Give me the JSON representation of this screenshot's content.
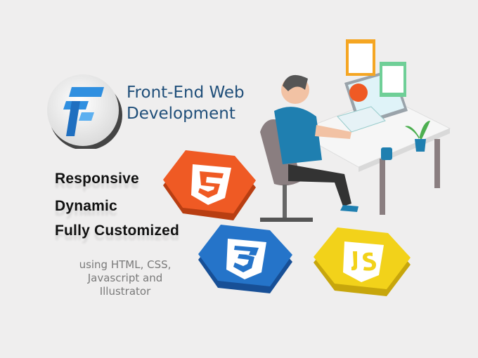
{
  "brand": {
    "title_line1": "Front-End Web",
    "title_line2": "Development",
    "logo_icon": "stacked-bars-logo-icon",
    "color": "#1f4e79",
    "accent": "#2f8fe0"
  },
  "features": [
    "Responsive",
    "Dynamic",
    "Fully Customized"
  ],
  "tech_note": {
    "line1": "using HTML, CSS,",
    "line2": "Javascript and",
    "line3": "Illustrator"
  },
  "badges": [
    {
      "name": "html5-icon",
      "color": "#ef5a24",
      "glyph": "5"
    },
    {
      "name": "css3-icon",
      "color": "#2574c9",
      "glyph": "3"
    },
    {
      "name": "javascript-icon",
      "color": "#f2d21a",
      "glyph": "JS"
    }
  ],
  "illustration": "developer-at-desk-illustration"
}
